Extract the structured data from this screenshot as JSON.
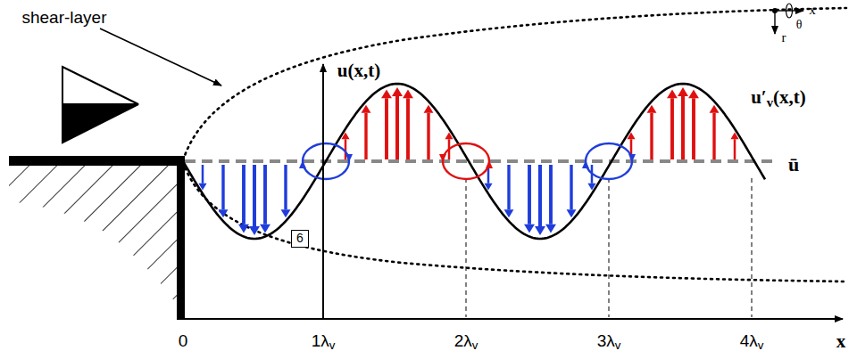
{
  "diagram": {
    "nodes": [
      {
        "text": [
          "6"
        ]
      }
    ],
    "labels": [
      "shear-layer",
      "u(x,t)",
      "x",
      "r",
      "θ",
      "u′v(x,t)",
      "ū",
      "0",
      "1λv",
      "2λv",
      "3λv",
      "4λv",
      "x"
    ]
  }
}
